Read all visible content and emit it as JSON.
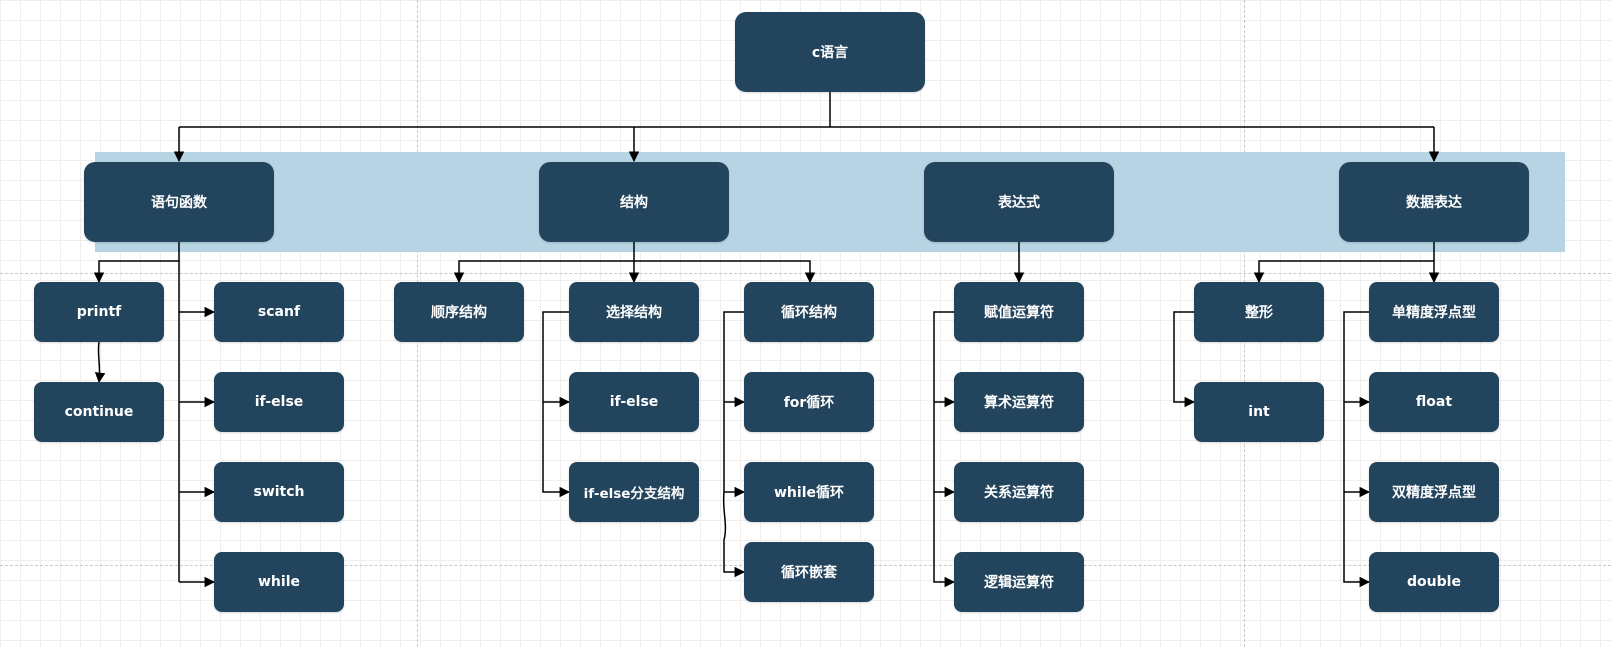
{
  "diagram": {
    "root": {
      "label": "c语言"
    },
    "categories": [
      {
        "label": "语句函数"
      },
      {
        "label": "结构"
      },
      {
        "label": "表达式"
      },
      {
        "label": "数据表达"
      }
    ],
    "statements": {
      "printf": "printf",
      "continue": "continue",
      "scanf": "scanf",
      "if_else": "if-else",
      "switch": "switch",
      "while": "while"
    },
    "structure": {
      "sequential": "顺序结构",
      "selection": "选择结构",
      "selection_if_else": "if-else",
      "selection_if_else_branch": "if-else分支结构",
      "loop": "循环结构",
      "loop_for": "for循环",
      "loop_while": "while循环",
      "loop_nested": "循环嵌套"
    },
    "expressions": {
      "assignment": "赋值运算符",
      "arithmetic": "算术运算符",
      "relational": "关系运算符",
      "logical": "逻辑运算符"
    },
    "data": {
      "integer": "整形",
      "int": "int",
      "single_float": "单精度浮点型",
      "float": "float",
      "double_float": "双精度浮点型",
      "double": "double"
    },
    "colors": {
      "node_fill": "#23445d",
      "node_text": "#ffffff",
      "band": "#b6d4e3",
      "connector": "#000000"
    }
  }
}
